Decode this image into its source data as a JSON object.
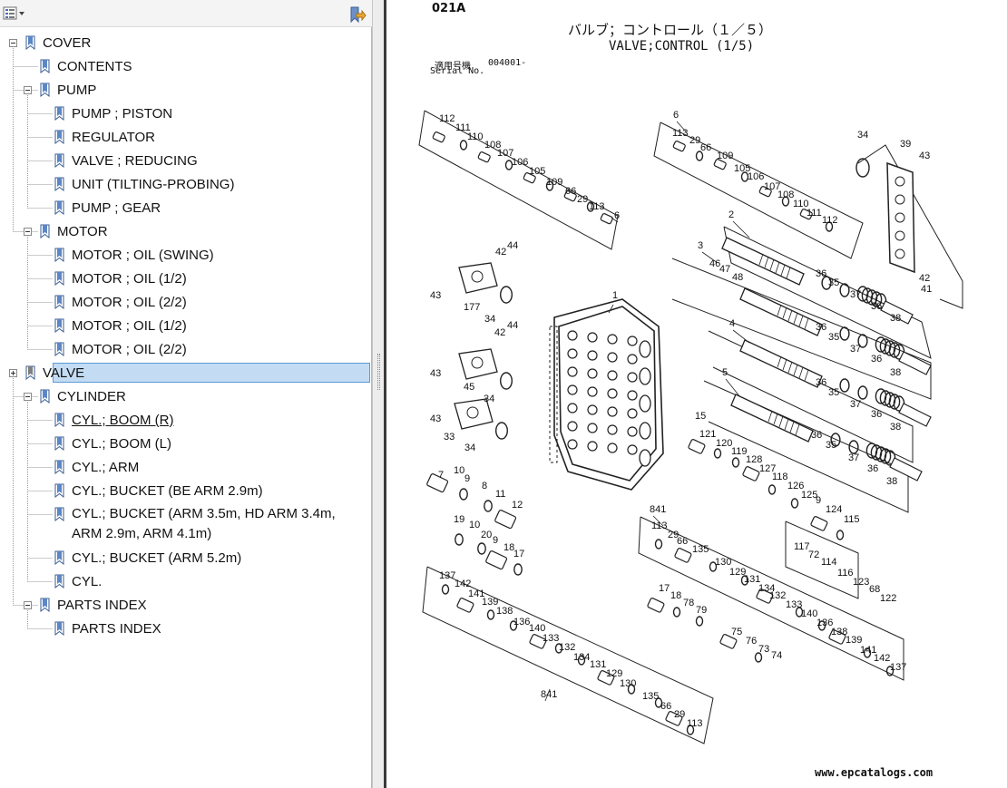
{
  "bookmarks": {
    "options_icon": "bookmark-options-icon",
    "expand_icon": "expand-bookmark-icon",
    "items": [
      {
        "label": "COVER",
        "level": 0,
        "toggle": "minus"
      },
      {
        "label": "CONTENTS",
        "level": 1
      },
      {
        "label": "PUMP",
        "level": 1,
        "toggle": "minus"
      },
      {
        "label": "PUMP ; PISTON",
        "level": 2
      },
      {
        "label": "REGULATOR",
        "level": 2
      },
      {
        "label": "VALVE ; REDUCING",
        "level": 2
      },
      {
        "label": "UNIT (TILTING-PROBING)",
        "level": 2
      },
      {
        "label": "PUMP ; GEAR",
        "level": 2
      },
      {
        "label": "MOTOR",
        "level": 1,
        "toggle": "minus"
      },
      {
        "label": "MOTOR ; OIL (SWING)",
        "level": 2
      },
      {
        "label": "MOTOR ; OIL (1/2)",
        "level": 2
      },
      {
        "label": "MOTOR ; OIL (2/2)",
        "level": 2
      },
      {
        "label": "MOTOR ; OIL (1/2)",
        "level": 2
      },
      {
        "label": "MOTOR ; OIL (2/2)",
        "level": 2
      },
      {
        "label": "VALVE",
        "level": 0,
        "toggle": "plus",
        "selected": true
      },
      {
        "label": "CYLINDER",
        "level": 1,
        "toggle": "minus"
      },
      {
        "label": "CYL.; BOOM (R)",
        "level": 2,
        "link": true
      },
      {
        "label": "CYL.; BOOM (L)",
        "level": 2
      },
      {
        "label": "CYL.; ARM",
        "level": 2
      },
      {
        "label": "CYL.; BUCKET (BE ARM 2.9m)",
        "level": 2
      },
      {
        "label": "CYL.; BUCKET (ARM 3.5m, HD ARM 3.4m, ARM 2.9m, ARM 4.1m)",
        "level": 2,
        "wrap": true
      },
      {
        "label": "CYL.; BUCKET (ARM 5.2m)",
        "level": 2
      },
      {
        "label": "CYL.",
        "level": 2
      },
      {
        "label": "PARTS INDEX",
        "level": 1,
        "toggle": "minus"
      },
      {
        "label": "PARTS INDEX",
        "level": 2
      }
    ]
  },
  "document": {
    "page_code": "021A",
    "title_jp": "バルブ；コントロール（１／５）",
    "title_en": "VALVE;CONTROL (1/5)",
    "serial_label_jp": "適用号機",
    "serial_label_en": "Serial No.",
    "serial_value": "004001-",
    "watermark": "www.epcatalogs.com",
    "callouts": [
      {
        "id": "c112a",
        "text": "112"
      },
      {
        "id": "c111a",
        "text": "111"
      },
      {
        "id": "c110a",
        "text": "110"
      },
      {
        "id": "c108a",
        "text": "108"
      },
      {
        "id": "c107a",
        "text": "107"
      },
      {
        "id": "c106a",
        "text": "106"
      },
      {
        "id": "c105a",
        "text": "105"
      },
      {
        "id": "c109a",
        "text": "109"
      },
      {
        "id": "c66a",
        "text": "66"
      },
      {
        "id": "c29a",
        "text": "29"
      },
      {
        "id": "c113a",
        "text": "113"
      },
      {
        "id": "c6a",
        "text": "6"
      },
      {
        "id": "c6b",
        "text": "6"
      },
      {
        "id": "c113b",
        "text": "113"
      },
      {
        "id": "c29b",
        "text": "29"
      },
      {
        "id": "c66b",
        "text": "66"
      },
      {
        "id": "c109b",
        "text": "109"
      },
      {
        "id": "c105b",
        "text": "105"
      },
      {
        "id": "c106b",
        "text": "106"
      },
      {
        "id": "c107b",
        "text": "107"
      },
      {
        "id": "c108b",
        "text": "108"
      },
      {
        "id": "c110b",
        "text": "110"
      },
      {
        "id": "c111b",
        "text": "111"
      },
      {
        "id": "c112b",
        "text": "112"
      },
      {
        "id": "c34a",
        "text": "34"
      },
      {
        "id": "c39",
        "text": "39"
      },
      {
        "id": "c43a",
        "text": "43"
      },
      {
        "id": "c42a",
        "text": "42"
      },
      {
        "id": "c41",
        "text": "41"
      },
      {
        "id": "c2",
        "text": "2"
      },
      {
        "id": "c3",
        "text": "3"
      },
      {
        "id": "c4",
        "text": "4"
      },
      {
        "id": "c5",
        "text": "5"
      },
      {
        "id": "c46",
        "text": "46"
      },
      {
        "id": "c47",
        "text": "47"
      },
      {
        "id": "c48",
        "text": "48"
      },
      {
        "id": "c36a",
        "text": "36"
      },
      {
        "id": "c35a",
        "text": "35"
      },
      {
        "id": "c37a",
        "text": "37"
      },
      {
        "id": "c36b",
        "text": "36"
      },
      {
        "id": "c38a",
        "text": "38"
      },
      {
        "id": "c36c",
        "text": "36"
      },
      {
        "id": "c35b",
        "text": "35"
      },
      {
        "id": "c37b",
        "text": "37"
      },
      {
        "id": "c36d",
        "text": "36"
      },
      {
        "id": "c38b",
        "text": "38"
      },
      {
        "id": "c36e",
        "text": "36"
      },
      {
        "id": "c35c",
        "text": "35"
      },
      {
        "id": "c37c",
        "text": "37"
      },
      {
        "id": "c36f",
        "text": "36"
      },
      {
        "id": "c38c",
        "text": "38"
      },
      {
        "id": "c36g",
        "text": "36"
      },
      {
        "id": "c35d",
        "text": "35"
      },
      {
        "id": "c37d",
        "text": "37"
      },
      {
        "id": "c36h",
        "text": "36"
      },
      {
        "id": "c38d",
        "text": "38"
      },
      {
        "id": "c1",
        "text": "1"
      },
      {
        "id": "c42b",
        "text": "42"
      },
      {
        "id": "c44a",
        "text": "44"
      },
      {
        "id": "c43b",
        "text": "43"
      },
      {
        "id": "c177",
        "text": "177"
      },
      {
        "id": "c34b",
        "text": "34"
      },
      {
        "id": "c42c",
        "text": "42"
      },
      {
        "id": "c44b",
        "text": "44"
      },
      {
        "id": "c43c",
        "text": "43"
      },
      {
        "id": "c45",
        "text": "45"
      },
      {
        "id": "c34c",
        "text": "34"
      },
      {
        "id": "c43d",
        "text": "43"
      },
      {
        "id": "c33",
        "text": "33"
      },
      {
        "id": "c34d",
        "text": "34"
      },
      {
        "id": "c7",
        "text": "7"
      },
      {
        "id": "c10a",
        "text": "10"
      },
      {
        "id": "c9a",
        "text": "9"
      },
      {
        "id": "c8",
        "text": "8"
      },
      {
        "id": "c11",
        "text": "11"
      },
      {
        "id": "c12",
        "text": "12"
      },
      {
        "id": "c19",
        "text": "19"
      },
      {
        "id": "c10b",
        "text": "10"
      },
      {
        "id": "c20",
        "text": "20"
      },
      {
        "id": "c9b",
        "text": "9"
      },
      {
        "id": "c18a",
        "text": "18"
      },
      {
        "id": "c17a",
        "text": "17"
      },
      {
        "id": "c15",
        "text": "15"
      },
      {
        "id": "c121",
        "text": "121"
      },
      {
        "id": "c120",
        "text": "120"
      },
      {
        "id": "c119",
        "text": "119"
      },
      {
        "id": "c128",
        "text": "128"
      },
      {
        "id": "c127",
        "text": "127"
      },
      {
        "id": "c118",
        "text": "118"
      },
      {
        "id": "c126",
        "text": "126"
      },
      {
        "id": "c125",
        "text": "125"
      },
      {
        "id": "c9c",
        "text": "9"
      },
      {
        "id": "c124",
        "text": "124"
      },
      {
        "id": "c115",
        "text": "115"
      },
      {
        "id": "c117",
        "text": "117"
      },
      {
        "id": "c72",
        "text": "72"
      },
      {
        "id": "c114",
        "text": "114"
      },
      {
        "id": "c116",
        "text": "116"
      },
      {
        "id": "c123",
        "text": "123"
      },
      {
        "id": "c68",
        "text": "68"
      },
      {
        "id": "c122",
        "text": "122"
      },
      {
        "id": "c841a",
        "text": "841"
      },
      {
        "id": "c113c",
        "text": "113"
      },
      {
        "id": "c29c",
        "text": "29"
      },
      {
        "id": "c66c",
        "text": "66"
      },
      {
        "id": "c135a",
        "text": "135"
      },
      {
        "id": "c130a",
        "text": "130"
      },
      {
        "id": "c129a",
        "text": "129"
      },
      {
        "id": "c131a",
        "text": "131"
      },
      {
        "id": "c134a",
        "text": "134"
      },
      {
        "id": "c132a",
        "text": "132"
      },
      {
        "id": "c133a",
        "text": "133"
      },
      {
        "id": "c140a",
        "text": "140"
      },
      {
        "id": "c136a",
        "text": "136"
      },
      {
        "id": "c138a",
        "text": "138"
      },
      {
        "id": "c139a",
        "text": "139"
      },
      {
        "id": "c141a",
        "text": "141"
      },
      {
        "id": "c142a",
        "text": "142"
      },
      {
        "id": "c137a",
        "text": "137"
      },
      {
        "id": "c17b",
        "text": "17"
      },
      {
        "id": "c18b",
        "text": "18"
      },
      {
        "id": "c78",
        "text": "78"
      },
      {
        "id": "c79",
        "text": "79"
      },
      {
        "id": "c75",
        "text": "75"
      },
      {
        "id": "c76",
        "text": "76"
      },
      {
        "id": "c73",
        "text": "73"
      },
      {
        "id": "c74",
        "text": "74"
      },
      {
        "id": "c137b",
        "text": "137"
      },
      {
        "id": "c142b",
        "text": "142"
      },
      {
        "id": "c141b",
        "text": "141"
      },
      {
        "id": "c139b",
        "text": "139"
      },
      {
        "id": "c138b",
        "text": "138"
      },
      {
        "id": "c136b",
        "text": "136"
      },
      {
        "id": "c140b",
        "text": "140"
      },
      {
        "id": "c133b",
        "text": "133"
      },
      {
        "id": "c132b",
        "text": "132"
      },
      {
        "id": "c134b",
        "text": "134"
      },
      {
        "id": "c131b",
        "text": "131"
      },
      {
        "id": "c129b",
        "text": "129"
      },
      {
        "id": "c130b",
        "text": "130"
      },
      {
        "id": "c135b",
        "text": "135"
      },
      {
        "id": "c66d",
        "text": "66"
      },
      {
        "id": "c29d",
        "text": "29"
      },
      {
        "id": "c113d",
        "text": "113"
      },
      {
        "id": "c841b",
        "text": "841"
      }
    ]
  }
}
